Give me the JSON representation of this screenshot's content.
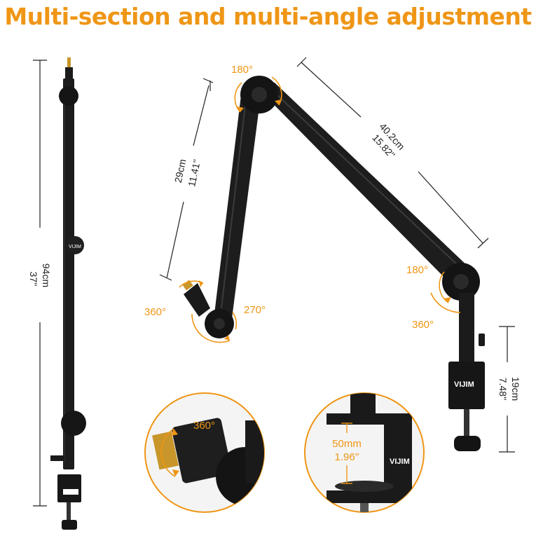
{
  "title": "Multi-section and multi-angle adjustment",
  "colors": {
    "accent": "#EF9616",
    "metal": "#1b1b1b",
    "line": "#222222"
  },
  "dimensions": {
    "height_total_cm": "94cm",
    "height_total_in": "37''",
    "lower_arm_cm": "29cm",
    "lower_arm_in": "11.41''",
    "upper_arm_cm": "40.2cm",
    "upper_arm_in": "15.82''",
    "clamp_height_cm": "19cm",
    "clamp_height_in": "7.48''",
    "clamp_opening_mm": "50mm",
    "clamp_opening_in": "1.96''"
  },
  "angles": {
    "top_joint": "180°",
    "right_joint_top": "180°",
    "right_joint_bottom": "360°",
    "mount_left": "360°",
    "mount_right": "270°",
    "detail_thread": "360°"
  },
  "brand": "VIJIM"
}
